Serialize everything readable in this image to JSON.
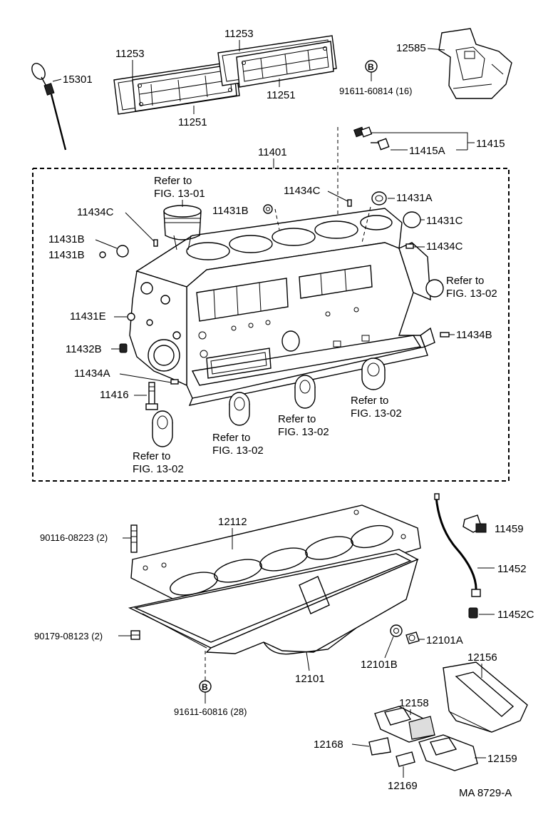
{
  "labels": {
    "p11253_top": "11253",
    "p11253_left": "11253",
    "p11251_right": "11251",
    "p11251_left": "11251",
    "p15301": "15301",
    "p12585": "12585",
    "bolt_b_top": "91611-60814 (16)",
    "b_marker": "B",
    "p11415": "11415",
    "p11415A": "11415A",
    "p11401": "11401",
    "refer_1301_a": "Refer to",
    "refer_1301_b": "FIG. 13-01",
    "p11434C_1": "11434C",
    "p11434C_2": "11434C",
    "p11434C_3": "11434C",
    "p11431B_1": "11431B",
    "p11431B_2": "11431B",
    "p11431B_3": "11431B",
    "p11431A": "11431A",
    "p11431C": "11431C",
    "refer_r_a": "Refer to",
    "refer_r_b": "FIG. 13-02",
    "p11431E": "11431E",
    "p11432B": "11432B",
    "p11434B": "11434B",
    "p11434A": "11434A",
    "p11416": "11416",
    "refer_1_a": "Refer to",
    "refer_1_b": "FIG. 13-02",
    "refer_2_a": "Refer to",
    "refer_2_b": "FIG. 13-02",
    "refer_3_a": "Refer to",
    "refer_3_b": "FIG. 13-02",
    "refer_4_a": "Refer to",
    "refer_4_b": "FIG. 13-02",
    "p12112": "12112",
    "stud": "90116-08223 (2)",
    "plug": "90179-08123 (2)",
    "p12101": "12101",
    "p12101A": "12101A",
    "p12101B": "12101B",
    "bolt_b_bottom": "91611-60816 (28)",
    "p11459": "11459",
    "p11452": "11452",
    "p11452C": "11452C",
    "p12156": "12156",
    "p12158": "12158",
    "p12168": "12168",
    "p12169": "12169",
    "p12159": "12159",
    "drawing_code": "MA  8729-A"
  }
}
